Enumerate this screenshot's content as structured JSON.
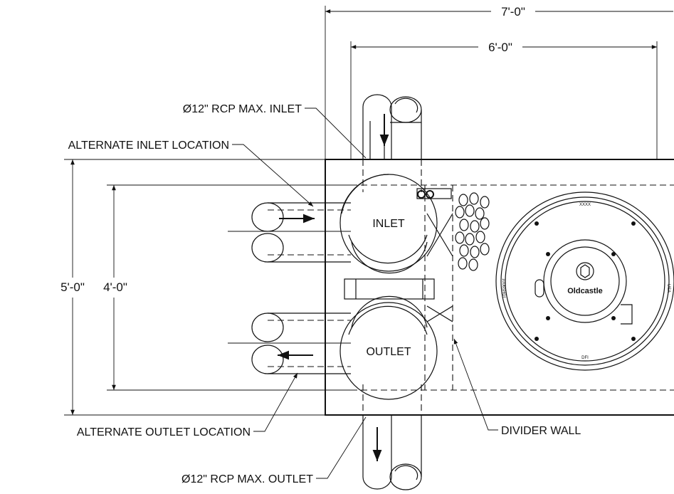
{
  "dimensions": {
    "overall_length": "7'-0\"",
    "inner_length": "6'-0\"",
    "overall_width": "5'-0\"",
    "inner_width": "4'-0\""
  },
  "callouts": {
    "inlet_pipe": "Ø12\" RCP MAX. INLET",
    "alt_inlet": "ALTERNATE INLET LOCATION",
    "alt_outlet": "ALTERNATE OUTLET LOCATION",
    "outlet_pipe": "Ø12\" RCP MAX. OUTLET",
    "divider_wall": "DIVIDER WALL"
  },
  "chambers": {
    "inlet": "INLET",
    "outlet": "OUTLET"
  },
  "cover": {
    "brand": "Oldcastle",
    "top_mark": "XXXX",
    "bottom_mark": "DFI",
    "right_mark": "USA",
    "left_mark": "1006SH01"
  }
}
